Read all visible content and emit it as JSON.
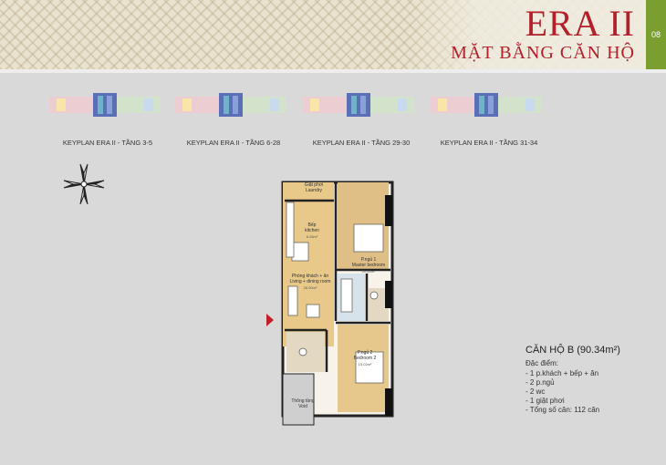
{
  "header": {
    "title": "ERA II",
    "subtitle": "MẶT BẰNG CĂN HỘ",
    "page_number": "08",
    "accent_color": "#b2202a",
    "tab_color": "#7a9e2f"
  },
  "keyplans": [
    {
      "caption": "KEYPLAN ERA II - TẦNG 3-5"
    },
    {
      "caption": "KEYPLAN ERA II  - TẦNG 6-28"
    },
    {
      "caption": "KEYPLAN ERA II - TẦNG 29-30"
    },
    {
      "caption": "KEYPLAN ERA II - TẦNG 31-34"
    }
  ],
  "plan": {
    "rooms": {
      "laundry": "Giặt phơi\nLaundry",
      "kitchen": "Bếp\nkitchen",
      "kitchen_area": "6.26m²",
      "master": "P.ngủ 1\nMaster bedroom",
      "master_area": "20.60m²",
      "living": "Phòng khách + ăn\nLiving + dining room",
      "living_area": "26.00m²",
      "bedroom2": "P.ngủ 2\nBedroom 2",
      "bedroom2_area": "15.02m²",
      "void": "Thông tầng\nVoid"
    }
  },
  "unit_info": {
    "title": "CĂN HỘ B (90.34m²)",
    "features_label": "Đặc điểm:",
    "features": [
      "1 p.khách + bếp + ăn",
      "2 p.ngủ",
      "2 wc",
      "1 giặt phơi",
      "Tổng số căn: 112 căn"
    ]
  }
}
